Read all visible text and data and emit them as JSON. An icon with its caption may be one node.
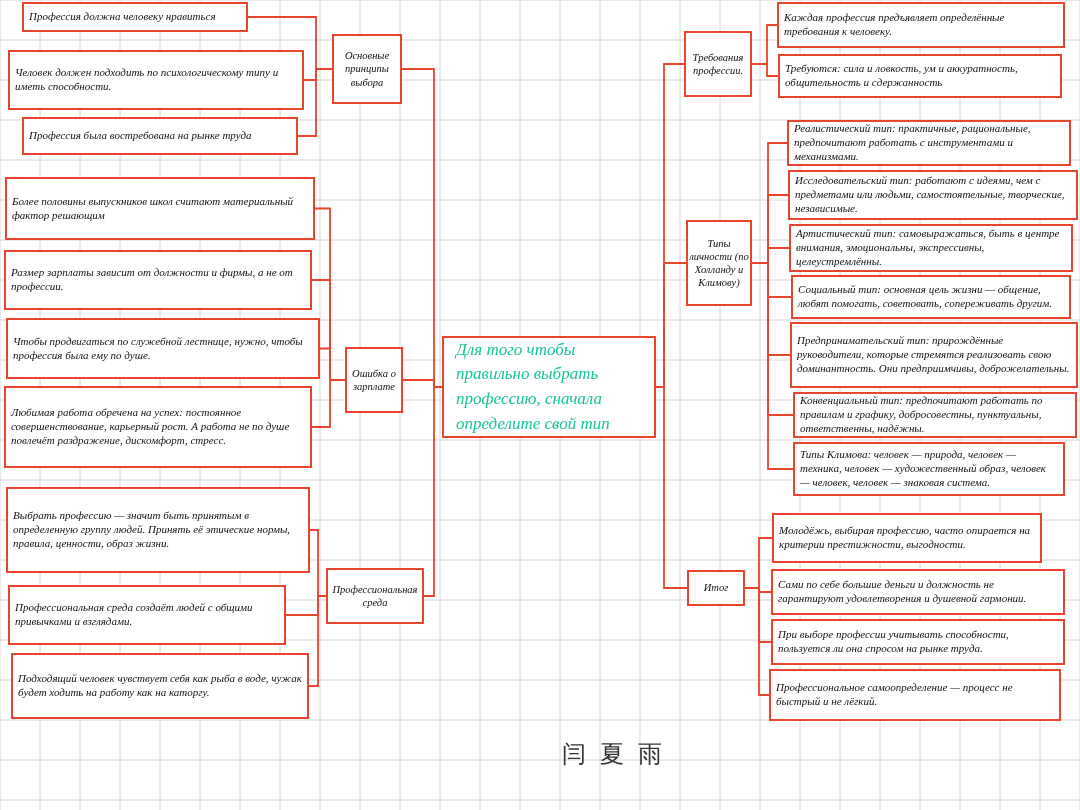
{
  "diagram": {
    "nodes": [
      {
        "text": [
          "Для того чтобы правильно выбрать профессию, сначала определите свой тип"
        ]
      },
      {
        "text": [
          "Основные принципы выбора"
        ]
      },
      {
        "text": [
          "Профессия должна человеку нравиться"
        ]
      },
      {
        "text": [
          "Человек должен подходить по психологическому типу и иметь способности."
        ]
      },
      {
        "text": [
          "Профессия была востребована на рынке труда"
        ]
      },
      {
        "text": [
          "Ошибка о зарплате"
        ]
      },
      {
        "text": [
          "Более половины выпускников школ считают материальный фактор решающим"
        ]
      },
      {
        "text": [
          "Размер зарплаты зависит от должности и фирмы, а не от профессии."
        ]
      },
      {
        "text": [
          "Чтобы продвигаться по служебной лестнице, нужно, чтобы профессия была ему по душе."
        ]
      },
      {
        "text": [
          "Любимая работа обречена на успех: постоянное совершенствование, карьерный рост. А работа не по душе повлечёт раздражение, дискомфорт, стресс."
        ]
      },
      {
        "text": [
          "Профессиональная среда"
        ]
      },
      {
        "text": [
          "Выбрать профессию — значит быть принятым в определенную группу людей. Принять её этические нормы, правила, ценности, образ жизни."
        ]
      },
      {
        "text": [
          "Профессиональная среда создаёт людей с общими привычками и взглядами."
        ]
      },
      {
        "text": [
          "Подходящий человек чувствует себя как рыба в воде, чужак будет ходить на работу как на каторгу."
        ]
      },
      {
        "text": [
          "Требования профессии."
        ]
      },
      {
        "text": [
          "Каждая профессия предъявляет определённые требования к человеку."
        ]
      },
      {
        "text": [
          "Требуются: сила и ловкость, ум и аккуратность, общительность и сдержанность"
        ]
      },
      {
        "text": [
          "Типы личности (по Холланду и Климову)"
        ]
      },
      {
        "text": [
          "Реалистический тип: практичные, рациональные, предпочитают работать с инструментами и механизмами."
        ]
      },
      {
        "text": [
          "Исследовательский тип: работают с идеями, чем с предметами или людьми, самостоятельные, творческие, независимые."
        ]
      },
      {
        "text": [
          "Артистический тип: самовыражаться, быть в центре внимания, эмоциональны, экспрессивны, целеустремлённы."
        ]
      },
      {
        "text": [
          "Социальный тип: основная цель жизни — общение, любят помогать, советовать, сопереживать другим."
        ]
      },
      {
        "text": [
          "Предпринимательский тип: прирождённые руководители, которые стремятся реализовать свою доминантность. Они предприимчивы, доброжелательны."
        ]
      },
      {
        "text": [
          "Конвенциальный тип: предпочитают работать по правилам и графику, добросовестны, пунктуальны, ответственны, надёжны."
        ]
      },
      {
        "text": [
          "Типы Климова: человек — природа, человек — техника, человек — художественный образ, человек — человек, человек — знаковая система."
        ]
      },
      {
        "text": [
          "Итог"
        ]
      },
      {
        "text": [
          "Молодёжь, выбирая профессию, часто опирается на критерии престижности, выгодности."
        ]
      },
      {
        "text": [
          "Сами по себе большие деньги и должность не гарантируют удовлетворения и душевной гармонии."
        ]
      },
      {
        "text": [
          "При выборе профессии учитывать способности, пользуется ли она спросом на рынке труда."
        ]
      },
      {
        "text": [
          "Профессиональное самоопределение — процесс не быстрый и не лёгкий."
        ]
      }
    ],
    "edges": [
      {
        "from": 0,
        "to": 1,
        "arrow": "none"
      },
      {
        "from": 0,
        "to": 5,
        "arrow": "none"
      },
      {
        "from": 0,
        "to": 10,
        "arrow": "none"
      },
      {
        "from": 0,
        "to": 14,
        "arrow": "none"
      },
      {
        "from": 0,
        "to": 17,
        "arrow": "none"
      },
      {
        "from": 0,
        "to": 25,
        "arrow": "none"
      },
      {
        "from": 1,
        "to": 2,
        "arrow": "none"
      },
      {
        "from": 1,
        "to": 3,
        "arrow": "none"
      },
      {
        "from": 1,
        "to": 4,
        "arrow": "none"
      },
      {
        "from": 5,
        "to": 6,
        "arrow": "none"
      },
      {
        "from": 5,
        "to": 7,
        "arrow": "none"
      },
      {
        "from": 5,
        "to": 8,
        "arrow": "none"
      },
      {
        "from": 5,
        "to": 9,
        "arrow": "none"
      },
      {
        "from": 10,
        "to": 11,
        "arrow": "none"
      },
      {
        "from": 10,
        "to": 12,
        "arrow": "none"
      },
      {
        "from": 10,
        "to": 13,
        "arrow": "none"
      },
      {
        "from": 14,
        "to": 15,
        "arrow": "none"
      },
      {
        "from": 14,
        "to": 16,
        "arrow": "none"
      },
      {
        "from": 17,
        "to": 18,
        "arrow": "none"
      },
      {
        "from": 17,
        "to": 19,
        "arrow": "none"
      },
      {
        "from": 17,
        "to": 20,
        "arrow": "none"
      },
      {
        "from": 17,
        "to": 21,
        "arrow": "none"
      },
      {
        "from": 17,
        "to": 22,
        "arrow": "none"
      },
      {
        "from": 17,
        "to": 23,
        "arrow": "none"
      },
      {
        "from": 17,
        "to": 24,
        "arrow": "none"
      },
      {
        "from": 25,
        "to": 26,
        "arrow": "none"
      },
      {
        "from": 25,
        "to": 27,
        "arrow": "none"
      },
      {
        "from": 25,
        "to": 28,
        "arrow": "none"
      },
      {
        "from": 25,
        "to": 29,
        "arrow": "none"
      }
    ],
    "labels": [
      "闫夏雨"
    ]
  }
}
